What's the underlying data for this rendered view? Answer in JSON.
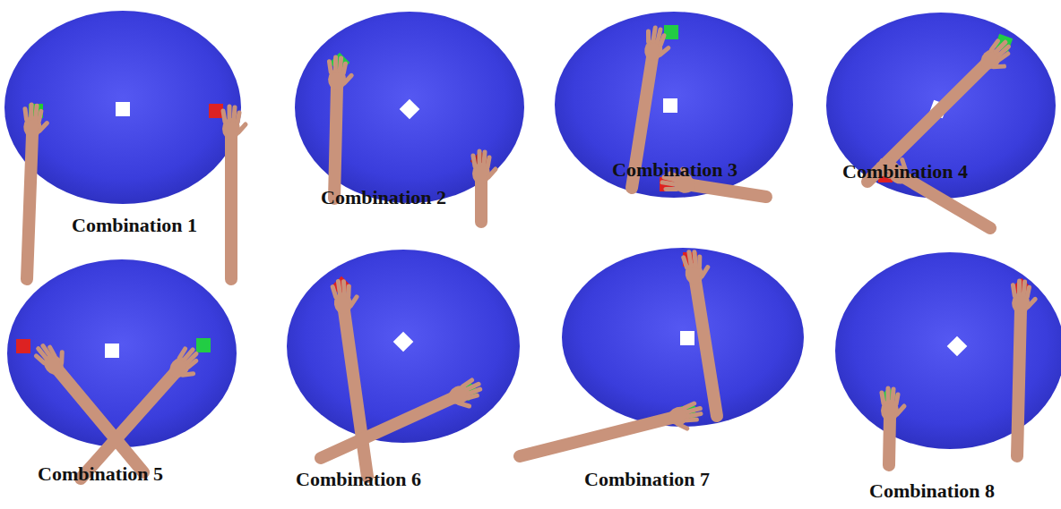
{
  "diagram": {
    "labels": [
      "Combination 1",
      "Combination 2",
      "Combination 3",
      "Combination 4",
      "Combination 5",
      "Combination 6",
      "Combination 7",
      "Combination 8"
    ]
  }
}
